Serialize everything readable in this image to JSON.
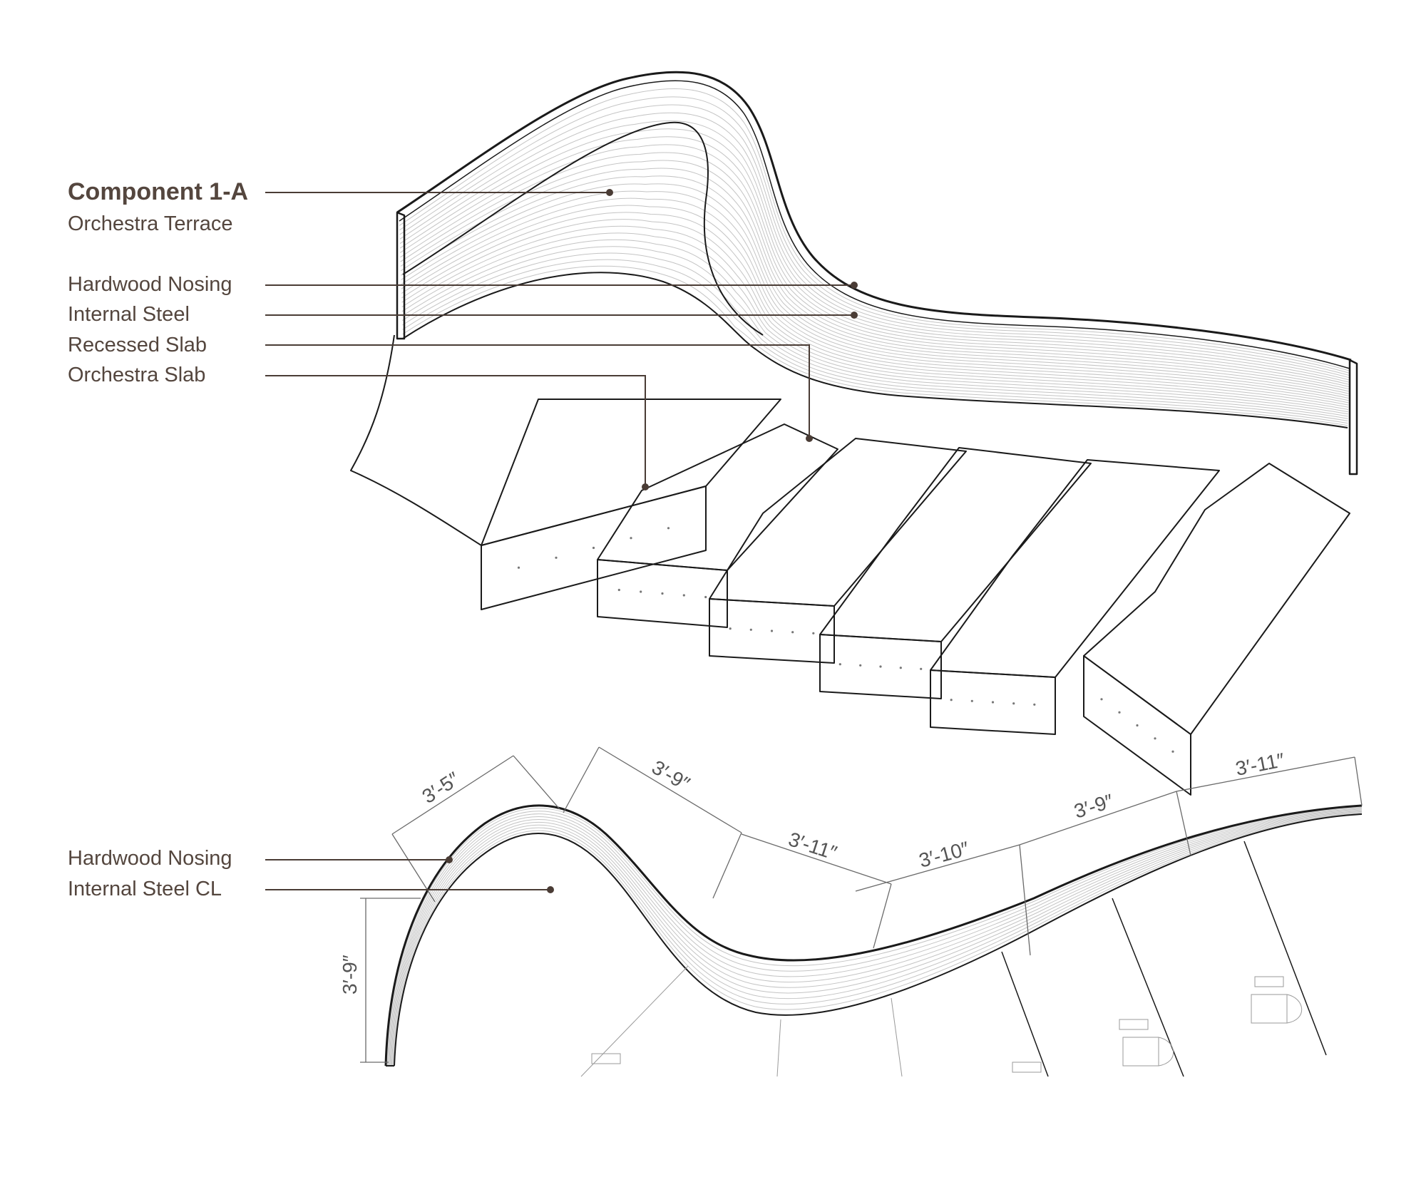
{
  "top_callouts": {
    "title": "Component 1-A",
    "subtitle": "Orchestra Terrace",
    "items": [
      "Hardwood Nosing",
      "Internal Steel",
      "Recessed Slab",
      "Orchestra Slab"
    ]
  },
  "bottom_callouts": {
    "items": [
      "Hardwood Nosing",
      "Internal Steel CL"
    ]
  },
  "dimensions": [
    "3′-5″",
    "3′-9″",
    "3′-11″",
    "3′-10″",
    "3′-9″",
    "3′-11″",
    "3′-9″"
  ],
  "colors": {
    "label_text": "#54463e",
    "leader": "#4a3c35",
    "linework": "#1a1a1a"
  }
}
